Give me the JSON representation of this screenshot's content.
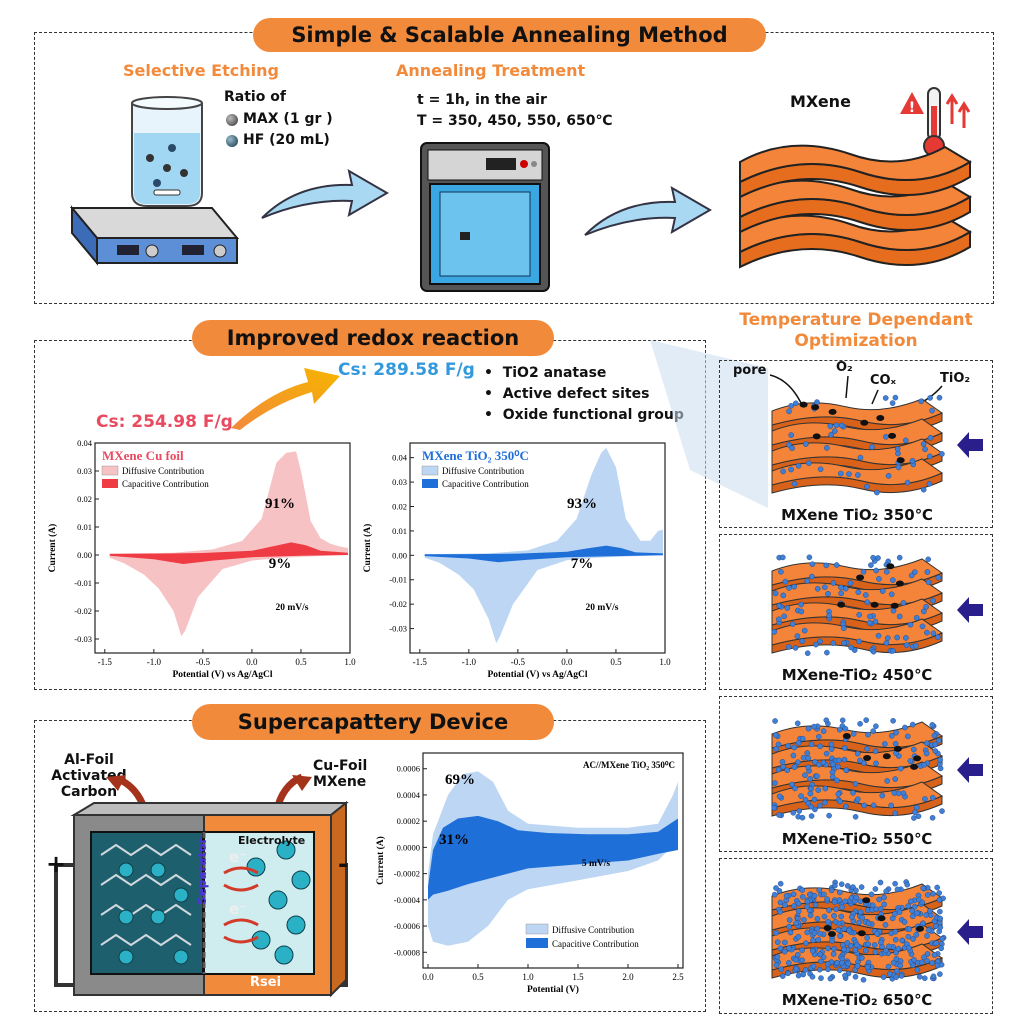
{
  "method": {
    "title": "Simple & Scalable Annealing Method",
    "etching_title": "Selective Etching",
    "ratio_label": "Ratio of",
    "max_label": "MAX (1 gr )",
    "hf_label": "HF (20 mL)",
    "annealing_title": "Annealing Treatment",
    "time_label": "t = 1h, in the air",
    "temp_label": "T = 350, 450, 550, 650℃",
    "mxene_label": "MXene"
  },
  "redox": {
    "title": "Improved redox reaction",
    "cs_before": "Cs: 254.98 F/g",
    "cs_after": "Cs: 289.58 F/g",
    "bullets": [
      "TiO2 anatase",
      "Active defect sites",
      "Oxide functional group"
    ]
  },
  "temperature": {
    "title_line1": "Temperature Dependant",
    "title_line2": "Optimization",
    "labels": {
      "pore": "pore",
      "o2": "O₂",
      "cox": "COₓ",
      "tio2": "TiO₂"
    },
    "samples": [
      "MXene TiO₂ 350℃",
      "MXene-TiO₂ 450℃",
      "MXene-TiO₂ 550℃",
      "MXene-TiO₂ 650℃"
    ]
  },
  "device": {
    "title": "Supercapattery Device",
    "left_label": [
      "Al-Foil",
      "Activated",
      "Carbon"
    ],
    "right_label": [
      "Cu-Foil",
      "MXene"
    ],
    "electrolyte": "Electrolyte",
    "separator": "Separator",
    "rsei": "Rsei",
    "electron": "e⁻",
    "plus": "+",
    "minus": "-"
  },
  "chart_data": [
    {
      "type": "area",
      "title": "MXene Cu foil",
      "legend": [
        "Diffusive Contribution",
        "Capacitive Contribution"
      ],
      "xlabel": "Potential (V) vs Ag/AgCl",
      "ylabel": "Current (A)",
      "xlim": [
        -1.6,
        1.0
      ],
      "ylim": [
        -0.035,
        0.04
      ],
      "xticks": [
        "-1.5",
        "-1.0",
        "-0.5",
        "0.0",
        "0.5",
        "1.0"
      ],
      "yticks": [
        "0.04",
        "0.03",
        "0.02",
        "0.01",
        "0.00",
        "-0.01",
        "-0.02",
        "-0.03"
      ],
      "annotations": [
        "91%",
        "9%",
        "20 mV/s"
      ],
      "percent_diffusive": 91,
      "percent_capacitive": 9,
      "colors": {
        "diffusive": "#f7c2c4",
        "capacitive": "#ef3b44"
      },
      "diffusive_upper": [
        [
          -1.45,
          0.0005
        ],
        [
          -1.2,
          0.0006
        ],
        [
          -0.8,
          0.0008
        ],
        [
          -0.4,
          0.002
        ],
        [
          -0.1,
          0.005
        ],
        [
          0.1,
          0.013
        ],
        [
          0.25,
          0.033
        ],
        [
          0.35,
          0.0365
        ],
        [
          0.45,
          0.037
        ],
        [
          0.5,
          0.03
        ],
        [
          0.6,
          0.012
        ],
        [
          0.7,
          0.006
        ],
        [
          0.8,
          0.004
        ],
        [
          0.9,
          0.003
        ],
        [
          0.98,
          0.0025
        ]
      ],
      "diffusive_lower": [
        [
          0.98,
          0.0
        ],
        [
          0.6,
          -0.0005
        ],
        [
          0.3,
          -0.001
        ],
        [
          0.0,
          -0.002
        ],
        [
          -0.3,
          -0.005
        ],
        [
          -0.55,
          -0.015
        ],
        [
          -0.68,
          -0.027
        ],
        [
          -0.72,
          -0.029
        ],
        [
          -0.8,
          -0.02
        ],
        [
          -0.95,
          -0.012
        ],
        [
          -1.1,
          -0.007
        ],
        [
          -1.3,
          -0.003
        ],
        [
          -1.45,
          -0.001
        ]
      ],
      "capacitive_upper": [
        [
          -1.45,
          0.0004
        ],
        [
          -1.0,
          0.0005
        ],
        [
          -0.5,
          0.0007
        ],
        [
          0.0,
          0.0015
        ],
        [
          0.2,
          0.003
        ],
        [
          0.4,
          0.0045
        ],
        [
          0.55,
          0.0035
        ],
        [
          0.7,
          0.0015
        ],
        [
          0.98,
          0.0008
        ]
      ],
      "capacitive_lower": [
        [
          0.98,
          0.0
        ],
        [
          0.5,
          -0.0003
        ],
        [
          0.0,
          -0.0008
        ],
        [
          -0.4,
          -0.002
        ],
        [
          -0.7,
          -0.0032
        ],
        [
          -1.0,
          -0.0015
        ],
        [
          -1.45,
          -0.0003
        ]
      ]
    },
    {
      "type": "area",
      "title": "MXene TiO₂ 350⁰C",
      "legend": [
        "Diffusive Contribution",
        "Capacitive Contribution"
      ],
      "xlabel": "Potential (V) vs Ag/AgCl",
      "ylabel": "Current (A)",
      "xlim": [
        -1.6,
        1.0
      ],
      "ylim": [
        -0.04,
        0.046
      ],
      "xticks": [
        "-1.5",
        "-1.0",
        "-0.5",
        "0.0",
        "0.5",
        "1.0"
      ],
      "yticks": [
        "0.04",
        "0.03",
        "0.02",
        "0.01",
        "0.00",
        "-0.01",
        "-0.02",
        "-0.03"
      ],
      "annotations": [
        "93%",
        "7%",
        "20 mV/s"
      ],
      "percent_diffusive": 93,
      "percent_capacitive": 7,
      "colors": {
        "diffusive": "#bcd6f4",
        "capacitive": "#1f6fd8"
      },
      "diffusive_upper": [
        [
          -1.45,
          0.0005
        ],
        [
          -1.2,
          0.0006
        ],
        [
          -0.8,
          0.0008
        ],
        [
          -0.4,
          0.002
        ],
        [
          -0.1,
          0.006
        ],
        [
          0.1,
          0.015
        ],
        [
          0.25,
          0.033
        ],
        [
          0.35,
          0.042
        ],
        [
          0.4,
          0.044
        ],
        [
          0.5,
          0.036
        ],
        [
          0.6,
          0.015
        ],
        [
          0.75,
          0.006
        ],
        [
          0.85,
          0.006
        ],
        [
          0.93,
          0.01
        ],
        [
          0.98,
          0.0105
        ]
      ],
      "diffusive_lower": [
        [
          0.98,
          0.0
        ],
        [
          0.6,
          -0.0005
        ],
        [
          0.3,
          -0.001
        ],
        [
          0.0,
          -0.002
        ],
        [
          -0.3,
          -0.006
        ],
        [
          -0.55,
          -0.02
        ],
        [
          -0.68,
          -0.033
        ],
        [
          -0.72,
          -0.036
        ],
        [
          -0.8,
          -0.026
        ],
        [
          -0.95,
          -0.014
        ],
        [
          -1.1,
          -0.008
        ],
        [
          -1.3,
          -0.003
        ],
        [
          -1.45,
          -0.001
        ]
      ],
      "capacitive_upper": [
        [
          -1.45,
          0.0004
        ],
        [
          -1.0,
          0.0005
        ],
        [
          -0.5,
          0.0007
        ],
        [
          0.0,
          0.0015
        ],
        [
          0.2,
          0.0028
        ],
        [
          0.4,
          0.004
        ],
        [
          0.55,
          0.003
        ],
        [
          0.7,
          0.0012
        ],
        [
          0.98,
          0.0008
        ]
      ],
      "capacitive_lower": [
        [
          0.98,
          0.0
        ],
        [
          0.5,
          -0.0003
        ],
        [
          0.0,
          -0.0008
        ],
        [
          -0.4,
          -0.0018
        ],
        [
          -0.7,
          -0.0028
        ],
        [
          -1.0,
          -0.0013
        ],
        [
          -1.45,
          -0.0003
        ]
      ]
    },
    {
      "type": "area",
      "title": "AC//MXene TiO₂ 350⁰C",
      "legend": [
        "Diffusive Contribution",
        "Capacitive Contribution"
      ],
      "xlabel": "Potential (V)",
      "ylabel": "Current (A)",
      "xlim": [
        -0.05,
        2.55
      ],
      "ylim": [
        -0.00092,
        0.00072
      ],
      "xticks": [
        "0.0",
        "0.5",
        "1.0",
        "1.5",
        "2.0",
        "2.5"
      ],
      "yticks": [
        "0.0006",
        "0.0004",
        "0.0002",
        "0.0000",
        "-0.0002",
        "-0.0004",
        "-0.0006",
        "-0.0008"
      ],
      "annotations": [
        "69%",
        "31%",
        "5 mV/s"
      ],
      "percent_diffusive": 69,
      "percent_capacitive": 31,
      "colors": {
        "diffusive": "#bcd6f4",
        "capacitive": "#1f6fd8"
      },
      "diffusive_upper": [
        [
          0.0,
          -0.0002
        ],
        [
          0.05,
          0.0001
        ],
        [
          0.2,
          0.0004
        ],
        [
          0.35,
          0.00056
        ],
        [
          0.5,
          0.00058
        ],
        [
          0.65,
          0.0005
        ],
        [
          0.8,
          0.00028
        ],
        [
          1.0,
          0.00018
        ],
        [
          1.5,
          0.00015
        ],
        [
          2.0,
          0.00015
        ],
        [
          2.3,
          0.00018
        ],
        [
          2.45,
          0.0004
        ],
        [
          2.5,
          0.0005
        ]
      ],
      "diffusive_lower": [
        [
          2.5,
          5e-05
        ],
        [
          2.3,
          -0.0001
        ],
        [
          2.0,
          -0.00018
        ],
        [
          1.5,
          -0.00025
        ],
        [
          1.0,
          -0.00032
        ],
        [
          0.8,
          -0.0004
        ],
        [
          0.6,
          -0.0006
        ],
        [
          0.4,
          -0.00072
        ],
        [
          0.2,
          -0.00075
        ],
        [
          0.05,
          -0.00072
        ],
        [
          0.0,
          -0.0006
        ]
      ],
      "capacitive_upper": [
        [
          0.0,
          -0.0003
        ],
        [
          0.05,
          -2e-05
        ],
        [
          0.15,
          0.00015
        ],
        [
          0.3,
          0.00022
        ],
        [
          0.5,
          0.00024
        ],
        [
          0.7,
          0.0002
        ],
        [
          0.9,
          0.00013
        ],
        [
          1.2,
          0.00011
        ],
        [
          1.6,
          0.0001
        ],
        [
          2.0,
          0.0001
        ],
        [
          2.3,
          0.00012
        ],
        [
          2.5,
          0.00022
        ]
      ],
      "capacitive_lower": [
        [
          2.5,
          -2e-05
        ],
        [
          2.3,
          -5e-05
        ],
        [
          2.0,
          -0.0001
        ],
        [
          1.5,
          -0.00013
        ],
        [
          1.0,
          -0.00016
        ],
        [
          0.7,
          -0.00022
        ],
        [
          0.4,
          -0.00028
        ],
        [
          0.2,
          -0.00033
        ],
        [
          0.05,
          -0.00036
        ],
        [
          0.0,
          -0.0004
        ]
      ]
    }
  ],
  "colors": {
    "accent": "#f28a3c",
    "cs_before": "#e84a5f",
    "cs_after": "#3399dd",
    "mxene_orange": "#f3843a",
    "tio2_blue": "#3f7fd6",
    "arrow_navy": "#2a1e8c"
  }
}
